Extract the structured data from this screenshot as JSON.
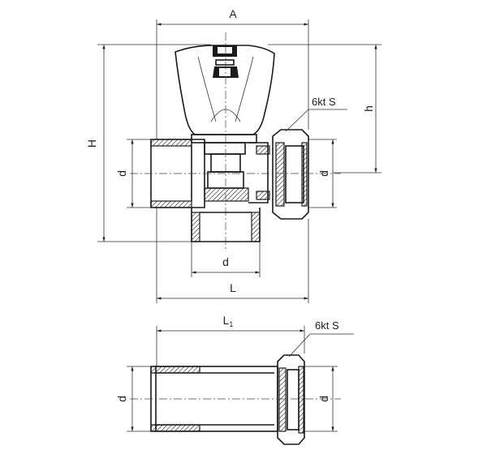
{
  "labels": {
    "width_A": "A",
    "height_H": "H",
    "height_h": "h",
    "wrench_top": "6kt S",
    "d_left": "d",
    "d_right": "d",
    "d_bottom": "d",
    "length_L": "L",
    "length_L1_base": "L",
    "length_L1_sub": "1",
    "wrench_bottom": "6kt S",
    "d_lower_left": "d",
    "d_lower_right": "d"
  }
}
